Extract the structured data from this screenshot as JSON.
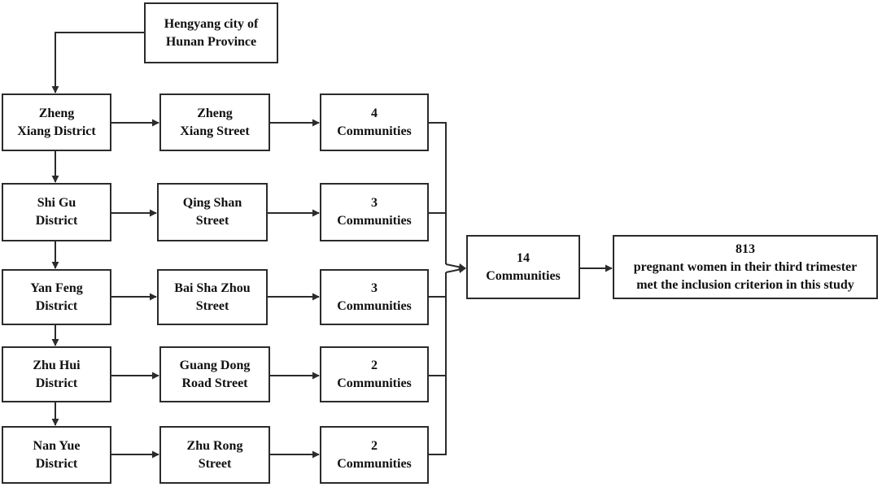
{
  "diagram": {
    "root": {
      "line1": "Hengyang city of",
      "line2": "Hunan Province"
    },
    "districts": [
      {
        "line1": "Zheng",
        "line2": "Xiang District"
      },
      {
        "line1": "Shi Gu",
        "line2": "District"
      },
      {
        "line1": "Yan Feng",
        "line2": "District"
      },
      {
        "line1": "Zhu Hui",
        "line2": "District"
      },
      {
        "line1": "Nan Yue",
        "line2": "District"
      }
    ],
    "streets": [
      {
        "line1": "Zheng",
        "line2": "Xiang Street"
      },
      {
        "line1": "Qing Shan",
        "line2": "Street"
      },
      {
        "line1": "Bai Sha Zhou",
        "line2": "Street"
      },
      {
        "line1": "Guang Dong",
        "line2": "Road Street"
      },
      {
        "line1": "Zhu Rong",
        "line2": "Street"
      }
    ],
    "communities": [
      {
        "line1": "4",
        "line2": "Communities"
      },
      {
        "line1": "3",
        "line2": "Communities"
      },
      {
        "line1": "3",
        "line2": "Communities"
      },
      {
        "line1": "2",
        "line2": "Communities"
      },
      {
        "line1": "2",
        "line2": "Communities"
      }
    ],
    "total": {
      "line1": "14",
      "line2": "Communities"
    },
    "result": {
      "line1": "813",
      "line2": "pregnant women in their third trimester",
      "line3": "met the inclusion criterion in this study"
    }
  }
}
